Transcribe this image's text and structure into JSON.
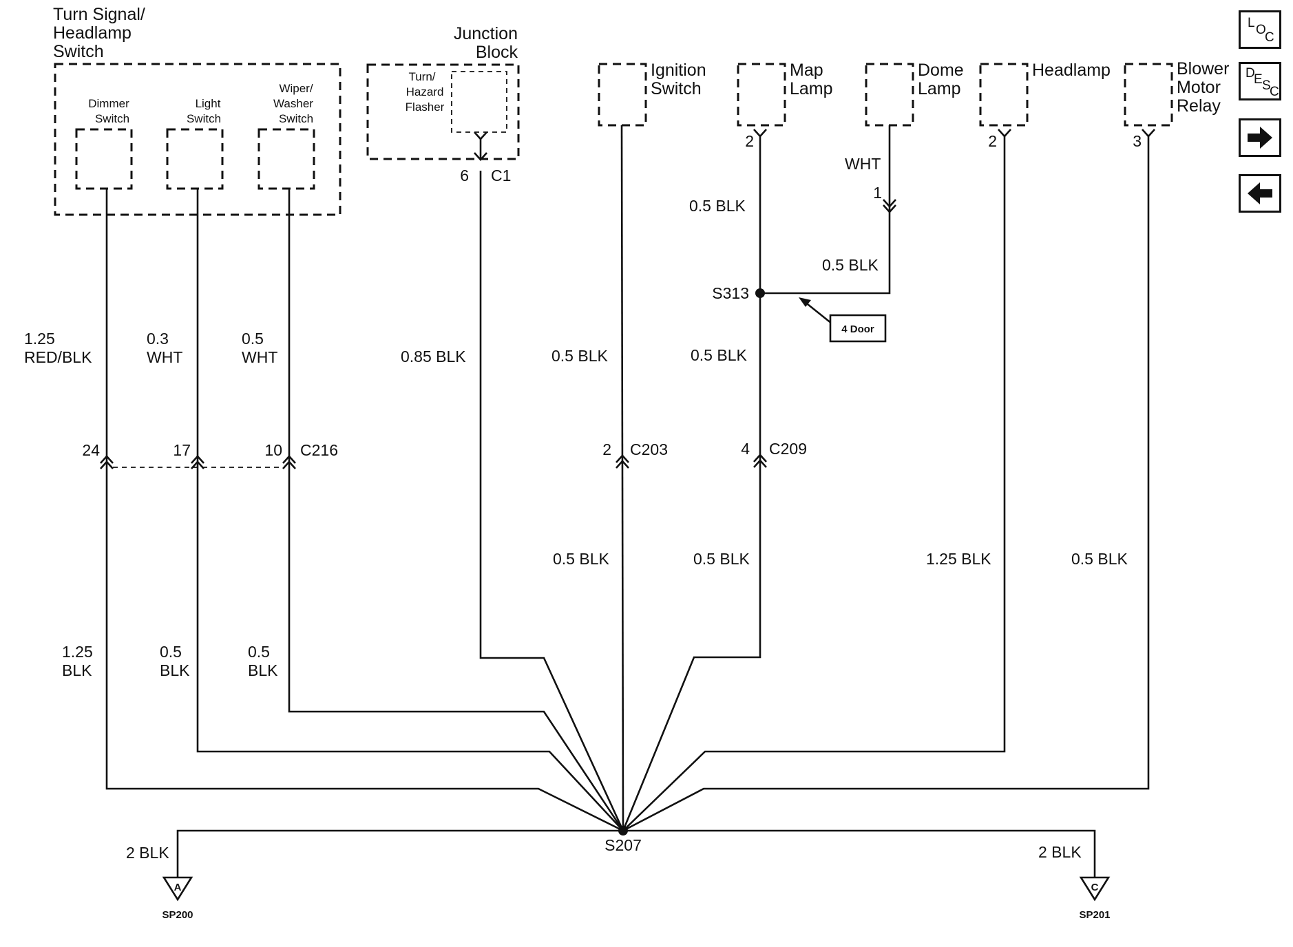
{
  "components": {
    "turn_signal_switch": {
      "title_lines": [
        "Turn Signal/",
        "Headlamp",
        "Switch"
      ]
    },
    "dimmer_switch": {
      "lines": [
        "Dimmer",
        "Switch"
      ]
    },
    "light_switch": {
      "lines": [
        "Light",
        "Switch"
      ]
    },
    "wiper_switch": {
      "lines": [
        "Wiper/",
        "Washer",
        "Switch"
      ]
    },
    "junction_block": {
      "title_lines": [
        "Junction",
        "Block"
      ]
    },
    "hazard_flasher": {
      "lines": [
        "Turn/",
        "Hazard",
        "Flasher"
      ]
    },
    "ignition_switch": {
      "lines": [
        "Ignition",
        "Switch"
      ]
    },
    "map_lamp": {
      "lines": [
        "Map",
        "Lamp"
      ]
    },
    "dome_lamp": {
      "lines": [
        "Dome",
        "Lamp"
      ]
    },
    "headlamp": {
      "lines": [
        "Headlamp"
      ]
    },
    "blower_relay": {
      "lines": [
        "Blower",
        "Motor",
        "Relay"
      ]
    }
  },
  "pins": {
    "junction_c1_pin": "6",
    "junction_c1_conn": "C1",
    "map_lamp_pin": "2",
    "dome_lamp_pin": "1",
    "headlamp_pin": "2",
    "blower_pin": "3",
    "c216_pin_a": "24",
    "c216_pin_b": "17",
    "c216_pin_c": "10",
    "c203_pin": "2",
    "c209_pin": "4"
  },
  "connectors": {
    "c216": "C216",
    "c203": "C203",
    "c209": "C209"
  },
  "splices": {
    "s313": "S313",
    "s207": "S207",
    "four_door_note": "4 Door"
  },
  "wire_labels": {
    "dimmer_upper": [
      "1.25",
      "RED/BLK"
    ],
    "light_upper": [
      "0.3",
      "WHT"
    ],
    "wiper_upper": [
      "0.5",
      "WHT"
    ],
    "dimmer_lower": [
      "1.25",
      "BLK"
    ],
    "light_lower": [
      "0.5",
      "BLK"
    ],
    "wiper_lower": [
      "0.5",
      "BLK"
    ],
    "flasher": "0.85 BLK",
    "ignition_upper": "0.5 BLK",
    "ignition_lower": "0.5 BLK",
    "map_upper": "0.5 BLK",
    "map_mid": "0.5 BLK",
    "map_lower": "0.5 BLK",
    "dome_wht": "WHT",
    "dome_blk": "0.5 BLK",
    "headlamp": "1.25 BLK",
    "blower": "0.5 BLK",
    "ground_a": "2 BLK",
    "ground_c": "2 BLK"
  },
  "grounds": {
    "a": {
      "letter": "A",
      "name": "SP200"
    },
    "c": {
      "letter": "C",
      "name": "SP201"
    }
  },
  "nav": {
    "loc": {
      "letters": [
        "L",
        "O",
        "C"
      ]
    },
    "desc": {
      "letters": [
        "D",
        "E",
        "S",
        "C"
      ]
    },
    "next_icon": "right-arrow-icon",
    "prev_icon": "left-arrow-icon"
  }
}
